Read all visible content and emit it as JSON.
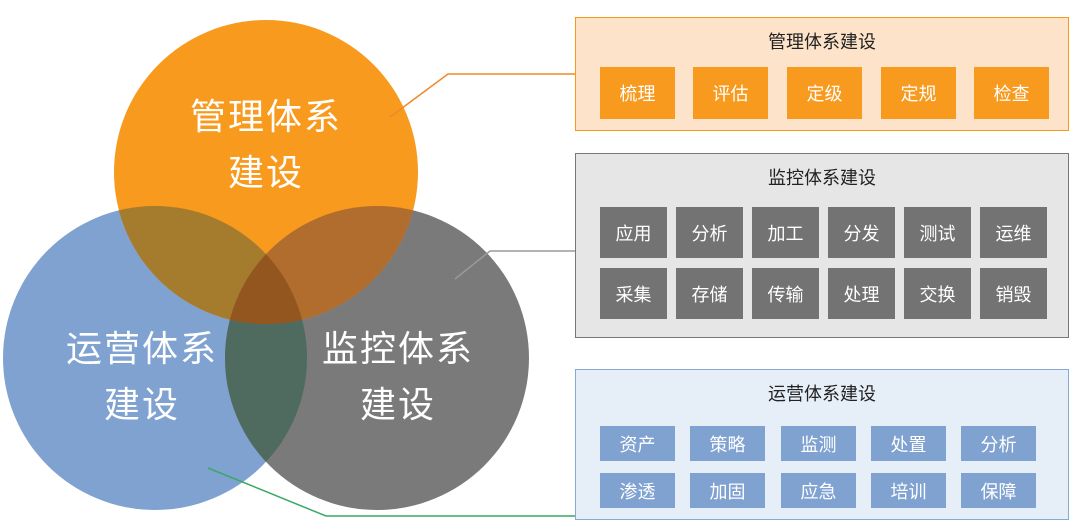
{
  "venn": {
    "management": {
      "line1": "管理体系",
      "line2": "建设",
      "color": "#f79a1e"
    },
    "operations": {
      "line1": "运营体系",
      "line2": "建设",
      "color": "#7fa2d0"
    },
    "monitoring": {
      "line1": "监控体系",
      "line2": "建设",
      "color": "#737373"
    }
  },
  "panels": {
    "management": {
      "title": "管理体系建设",
      "items": [
        "梳理",
        "评估",
        "定级",
        "定规",
        "检查"
      ],
      "colors": {
        "background": "#fde3c9",
        "border": "#f39a1b",
        "box": "#f79a1e"
      }
    },
    "monitoring": {
      "title": "监控体系建设",
      "row1": [
        "应用",
        "分析",
        "加工",
        "分发",
        "测试",
        "运维"
      ],
      "row2": [
        "采集",
        "存储",
        "传输",
        "处理",
        "交换",
        "销毁"
      ],
      "colors": {
        "background": "#e6e6e6",
        "border": "#777777",
        "box": "#737373"
      }
    },
    "operations": {
      "title": "运营体系建设",
      "row1": [
        "资产",
        "策略",
        "监测",
        "处置",
        "分析"
      ],
      "row2": [
        "渗透",
        "加固",
        "应急",
        "培训",
        "保障"
      ],
      "colors": {
        "background": "#e6eef8",
        "border": "#8aa9d2",
        "box": "#7fa2d0"
      }
    }
  }
}
